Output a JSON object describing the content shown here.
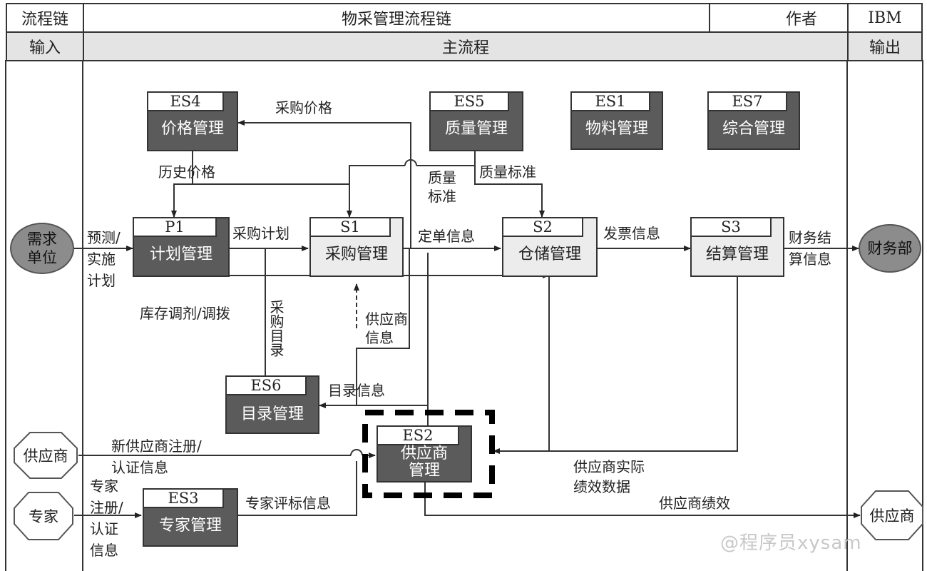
{
  "header": {
    "row1": {
      "left": "流程链",
      "center": "物采管理流程链",
      "author_label": "作者",
      "right": "IBM"
    },
    "row2": {
      "left": "输入",
      "center": "主流程",
      "right": "输出"
    }
  },
  "inputs": {
    "demand_unit": "需求\n单位",
    "supplier": "供应商",
    "expert": "专家"
  },
  "outputs": {
    "finance": "财务部",
    "supplier": "供应商"
  },
  "boxes": {
    "es4": {
      "code": "ES4",
      "title": "价格管理"
    },
    "es5": {
      "code": "ES5",
      "title": "质量管理"
    },
    "es1": {
      "code": "ES1",
      "title": "物料管理"
    },
    "es7": {
      "code": "ES7",
      "title": "综合管理"
    },
    "p1": {
      "code": "P1",
      "title": "计划管理"
    },
    "s1": {
      "code": "S1",
      "title": "采购管理"
    },
    "s2": {
      "code": "S2",
      "title": "仓储管理"
    },
    "s3": {
      "code": "S3",
      "title": "结算管理"
    },
    "es6": {
      "code": "ES6",
      "title": "目录管理"
    },
    "es2": {
      "code": "ES2",
      "title": "供应商\n管理"
    },
    "es3": {
      "code": "ES3",
      "title": "专家管理"
    }
  },
  "labels": {
    "purchase_price": "采购价格",
    "historical_price": "历史价格",
    "quality_standard_a": "质量\n标准",
    "quality_standard_b": "质量标准",
    "forecast_plan": "预测/\n实施\n计划",
    "purchase_plan": "采购计划",
    "order_info": "定单信息",
    "invoice_info": "发票信息",
    "finance_settle": "财务结\n算信息",
    "stock_adjust": "库存调剂/调拨",
    "purchase_catalog": "采购目录",
    "supplier_info": "供应商\n信息",
    "catalog_info": "目录信息",
    "new_supplier": "新供应商注册/\n认证信息",
    "expert_register": "专家\n注册/\n认证\n信息",
    "expert_eval": "专家评标信息",
    "supplier_perf_data": "供应商实际\n绩效数据",
    "supplier_perf": "供应商绩效"
  },
  "watermark": "@程序员xysam"
}
